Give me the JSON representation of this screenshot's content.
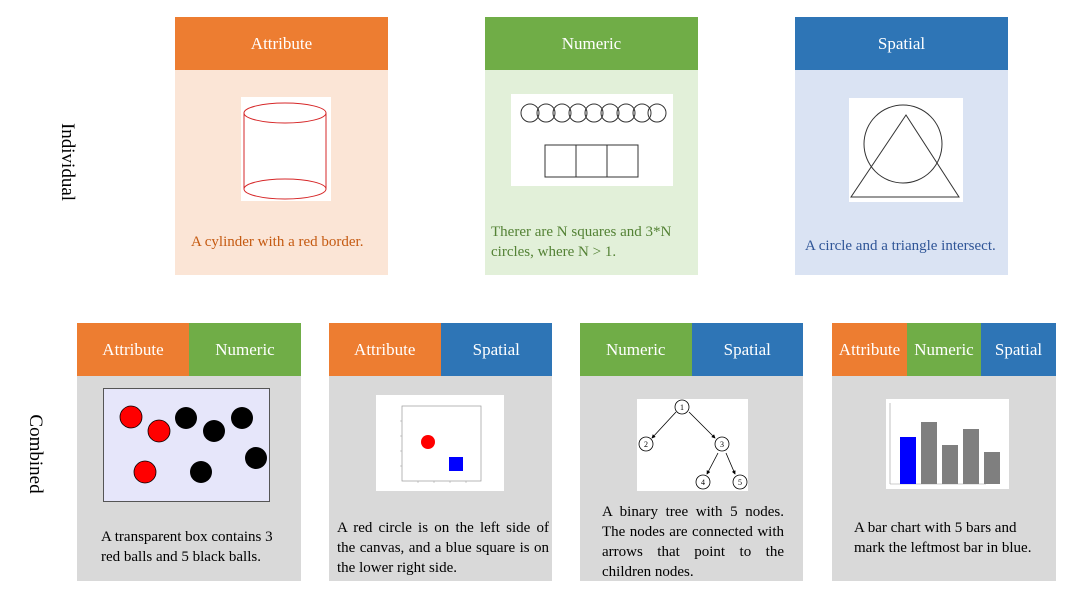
{
  "colors": {
    "attribute": "#ED7D31",
    "numeric": "#70AD47",
    "spatial": "#2E75B6",
    "attribute_bg": "#FBE5D6",
    "numeric_bg": "#E2F0D9",
    "spatial_bg": "#DAE3F3",
    "combined_bg": "#D9D9D9"
  },
  "row_labels": {
    "individual": "Individual",
    "combined": "Combined"
  },
  "individual": [
    {
      "header": "Attribute",
      "text": "A cylinder with a red border.",
      "icon": "cylinder-figure"
    },
    {
      "header": "Numeric",
      "text": "Therer are N squares and 3*N circles, where N > 1.",
      "icon": "circles-squares-figure"
    },
    {
      "header": "Spatial",
      "text": "A circle and a triangle intersect.",
      "icon": "circle-triangle-figure"
    }
  ],
  "combined": [
    {
      "headers": [
        "Attribute",
        "Numeric"
      ],
      "text": "A transparent box contains 3 red balls and 5 black balls.",
      "icon": "balls-box-figure"
    },
    {
      "headers": [
        "Attribute",
        "Spatial"
      ],
      "text": "A red circle is on the left side of the canvas, and a blue square is on the lower right side.",
      "icon": "circle-square-plot-figure"
    },
    {
      "headers": [
        "Numeric",
        "Spatial"
      ],
      "text": "A binary tree with 5 nodes. The nodes are connected with arrows that point to the children nodes.",
      "icon": "binary-tree-figure",
      "tree_nodes": [
        "1",
        "2",
        "3",
        "4",
        "5"
      ]
    },
    {
      "headers": [
        "Attribute",
        "Numeric",
        "Spatial"
      ],
      "text": "A bar chart with 5 bars and mark the leftmost bar in blue.",
      "icon": "bar-chart-figure"
    }
  ]
}
